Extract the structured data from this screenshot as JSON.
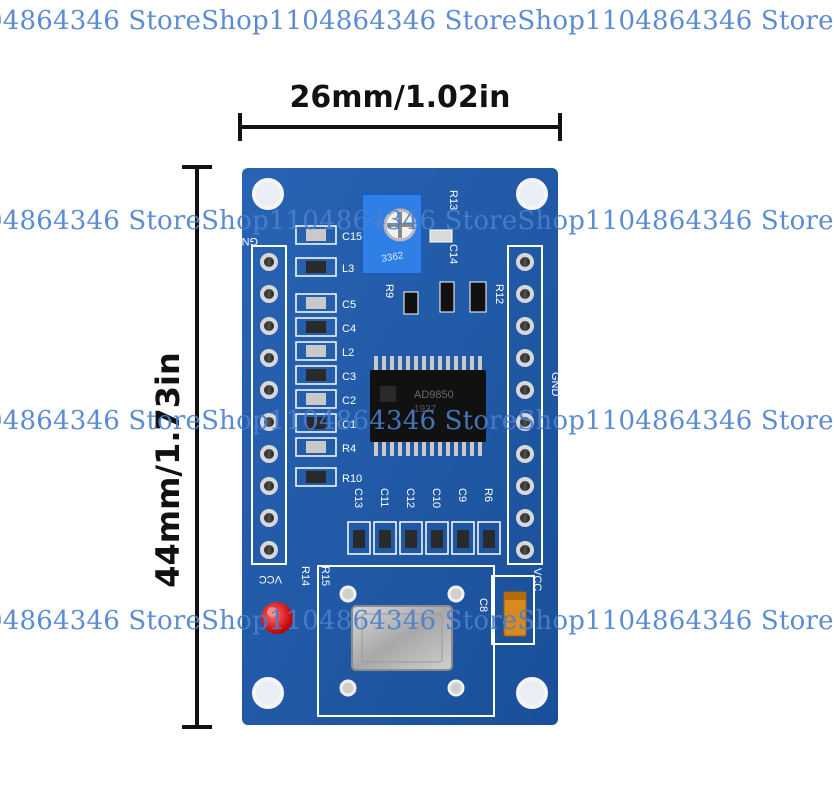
{
  "watermark": {
    "text": "04864346 StoreShop1104864346 StoreShop1104864346 Store",
    "color": "#4a80cf"
  },
  "dimensions": {
    "width_label": "26mm/1.02in",
    "height_label": "44mm/1.73in"
  },
  "board": {
    "pcb_color": "#1f5aa8",
    "silk_color": "#ffffff",
    "left_header_label_top": "GND",
    "left_header_label_bottom": "VCC",
    "right_header_label_mid": "GND",
    "right_header_label_bottom": "VCC",
    "chip_markings": [
      "AD9850",
      "1937"
    ],
    "trimmer_marking": "3362",
    "left_column_labels": [
      "C15",
      "L3",
      "C5",
      "C4",
      "L2",
      "C3",
      "C2",
      "C1",
      "R4",
      "R10"
    ],
    "bottom_row_labels": [
      "C13",
      "C11",
      "C12",
      "C10",
      "C9",
      "R6"
    ],
    "top_right_labels": [
      "R13",
      "C14",
      "R9",
      "R12"
    ],
    "misc_labels": [
      "R14",
      "R15",
      "C8"
    ]
  }
}
